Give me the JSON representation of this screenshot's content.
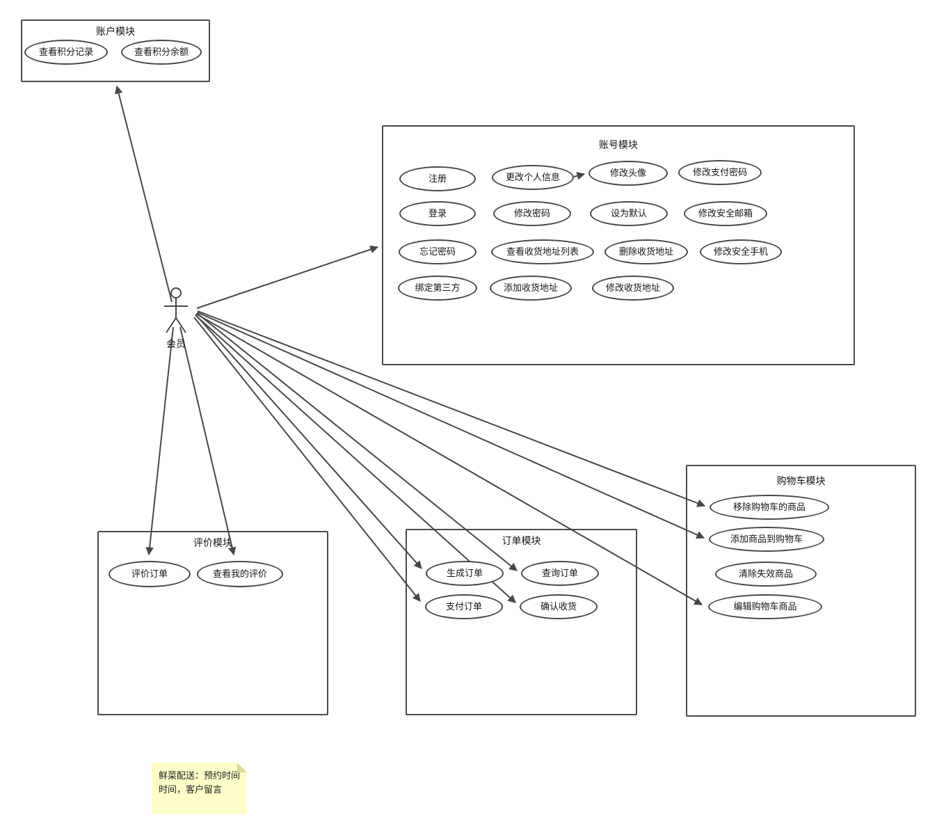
{
  "actor": {
    "label": "会员"
  },
  "modules": {
    "points": {
      "title": "账户模块",
      "use_cases": [
        "查看积分记录",
        "查看积分余额"
      ]
    },
    "account": {
      "title": "账号模块",
      "use_cases": [
        "注册",
        "更改个人信息",
        "修改头像",
        "修改支付密码",
        "登录",
        "修改密码",
        "设为默认",
        "修改安全邮箱",
        "忘记密码",
        "查看收货地址列表",
        "删除收货地址",
        "修改安全手机",
        "绑定第三方",
        "添加收货地址",
        "修改收货地址"
      ]
    },
    "review": {
      "title": "评价模块",
      "use_cases": [
        "评价订单",
        "查看我的评价"
      ]
    },
    "order": {
      "title": "订单模块",
      "use_cases": [
        "生成订单",
        "查询订单",
        "支付订单",
        "确认收货"
      ]
    },
    "cart": {
      "title": "购物车模块",
      "use_cases": [
        "移除购物车的商品",
        "添加商品到购物车",
        "清除失效商品",
        "编辑购物车商品"
      ]
    }
  },
  "note": {
    "text": "鲜菜配送：预约时间时间，客户留言"
  },
  "edges": [
    {
      "from": "会员",
      "to": "账户模块"
    },
    {
      "from": "会员",
      "to": "账号模块"
    },
    {
      "from": "更改个人信息",
      "to": "修改头像"
    },
    {
      "from": "会员",
      "to": "评价订单"
    },
    {
      "from": "会员",
      "to": "查看我的评价"
    },
    {
      "from": "会员",
      "to": "生成订单"
    },
    {
      "from": "会员",
      "to": "查询订单"
    },
    {
      "from": "会员",
      "to": "支付订单"
    },
    {
      "from": "会员",
      "to": "确认收货"
    },
    {
      "from": "会员",
      "to": "移除购物车的商品"
    },
    {
      "from": "会员",
      "to": "添加商品到购物车"
    },
    {
      "from": "会员",
      "to": "编辑购物车商品"
    }
  ],
  "colors": {
    "stroke": "#474747",
    "note_bg": "#FDFDC9",
    "note_fold": "#DBDB9F",
    "background": "#FFFFFF"
  }
}
